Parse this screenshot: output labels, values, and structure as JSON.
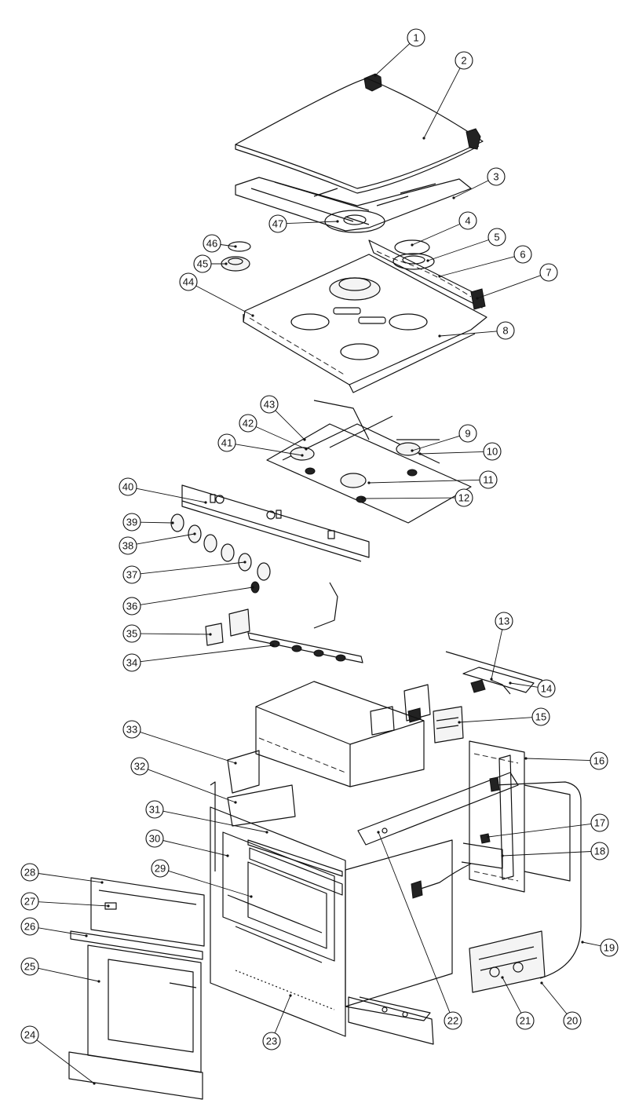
{
  "diagram": {
    "type": "exploded-parts-view",
    "callouts": [
      {
        "label": "1"
      },
      {
        "label": "2"
      },
      {
        "label": "3"
      },
      {
        "label": "4"
      },
      {
        "label": "5"
      },
      {
        "label": "6"
      },
      {
        "label": "7"
      },
      {
        "label": "8"
      },
      {
        "label": "9"
      },
      {
        "label": "10"
      },
      {
        "label": "11"
      },
      {
        "label": "12"
      },
      {
        "label": "13"
      },
      {
        "label": "14"
      },
      {
        "label": "15"
      },
      {
        "label": "16"
      },
      {
        "label": "17"
      },
      {
        "label": "18"
      },
      {
        "label": "19"
      },
      {
        "label": "20"
      },
      {
        "label": "21"
      },
      {
        "label": "22"
      },
      {
        "label": "23"
      },
      {
        "label": "24"
      },
      {
        "label": "25"
      },
      {
        "label": "26"
      },
      {
        "label": "27"
      },
      {
        "label": "28"
      },
      {
        "label": "29"
      },
      {
        "label": "30"
      },
      {
        "label": "31"
      },
      {
        "label": "32"
      },
      {
        "label": "33"
      },
      {
        "label": "34"
      },
      {
        "label": "35"
      },
      {
        "label": "36"
      },
      {
        "label": "37"
      },
      {
        "label": "38"
      },
      {
        "label": "39"
      },
      {
        "label": "40"
      },
      {
        "label": "41"
      },
      {
        "label": "42"
      },
      {
        "label": "43"
      },
      {
        "label": "44"
      },
      {
        "label": "45"
      },
      {
        "label": "46"
      },
      {
        "label": "47"
      }
    ]
  }
}
